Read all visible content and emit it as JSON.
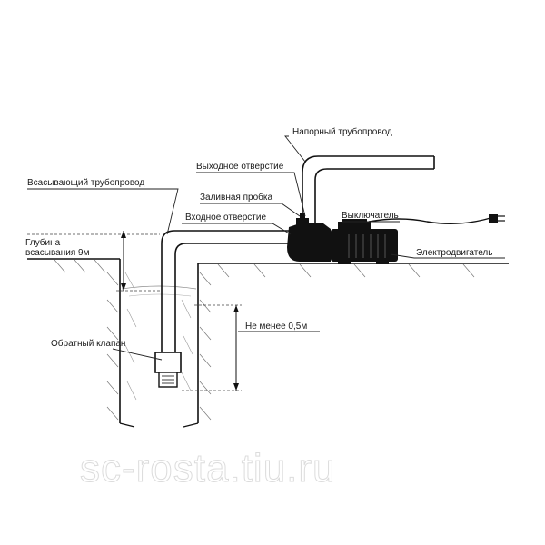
{
  "diagram": {
    "labels": {
      "discharge_pipe": "Напорный трубопровод",
      "outlet": "Выходное отверстие",
      "suction_pipe": "Всасывающий трубопровод",
      "filler_plug": "Заливная пробка",
      "inlet": "Входное отверстие",
      "switch": "Выключатель",
      "depth_line1": "Глубина",
      "depth_line2": "всасывания 9м",
      "motor": "Электродвигатель",
      "min_depth": "Не менее 0,5м",
      "check_valve": "Обратный клапан"
    },
    "watermark": "sc-rosta.tiu.ru"
  }
}
